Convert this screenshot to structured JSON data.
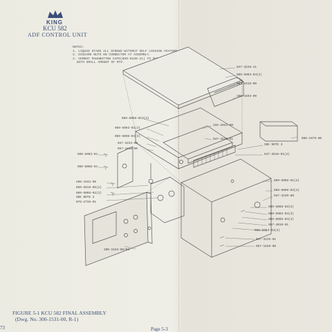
{
  "header": {
    "brand": "KING",
    "model": "KCU 582",
    "title": "ADF CONTROL UNIT"
  },
  "notes": {
    "heading": "NOTES:",
    "items": [
      "1. LIQUID STAKE ALL SCREWS WITHOUT SELF LOCKING FEATURE.",
      "2. DISCARD NUTS ON CONNECTOR AT ASSEMBLY.",
      "3. CEMENT PUSHBUTTON CAPS(089-0189-21) TO SWITCH SHAFTS",
      "   WITH SMALL AMOUNT OF RTV."
    ]
  },
  "part_labels": [
    "047-3236-11",
    "089-5903-04(2)",
    "057-1618-00",
    "200-1593-00",
    "089-6008-013(3)",
    "089-5903-02(2)",
    "089-6008-04(4)",
    "047-3233-00",
    "057-1618-00",
    "155-2041-00",
    "047-3232-01",
    "088-1879-00",
    "SEE NOTE 3",
    "047-3548-01(2)",
    "089-5903-04",
    "089-6008-04",
    "200-1532-00",
    "089-5019-05(2)",
    "089-6008-02(2)",
    "SEE NOTE 2",
    "076-2736-01",
    "089-6008-01(2)",
    "089-6008-03(4)",
    "047-3239-00",
    "089-6008-03(3)",
    "089-5903-04(3)",
    "089-6008-04(4)",
    "057-4010-01",
    "089-5903-04(2)",
    "200-1533-00/03",
    "047-3235-01",
    "057-1629-00"
  ],
  "caption": {
    "line1": "FIGURE 5-1 KCU 582 FINAL ASSEMBLY",
    "line2": "(Dwg. No. 300-1531-00, R-1)"
  },
  "page_number": "Page 5-3",
  "edge_mark": "73"
}
